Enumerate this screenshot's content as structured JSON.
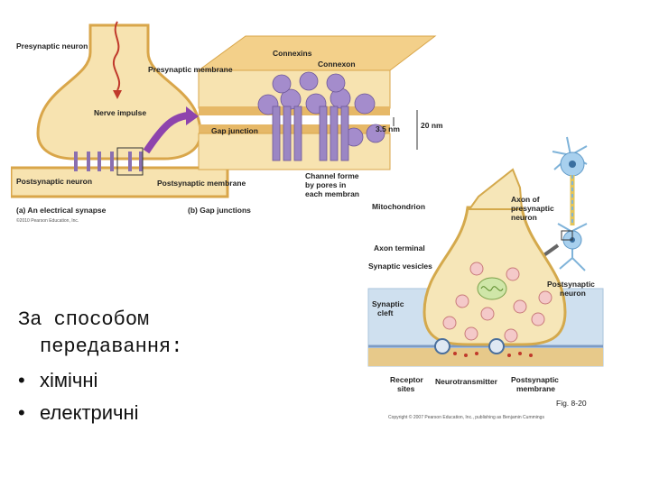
{
  "electrical_figure": {
    "presynaptic_neuron": "Presynaptic neuron",
    "presynaptic_membrane": "Presynaptic membrane",
    "nerve_impulse": "Nerve impulse",
    "postsynaptic_neuron": "Postsynaptic neuron",
    "connexins": "Connexins",
    "connexon": "Connexon",
    "gap_junction": "Gap junction",
    "dist_small": "3.5 nm",
    "dist_large": "20 nm",
    "postsynaptic_membrane": "Postsynaptic membrane",
    "channel_formed": [
      "Channel forme",
      "by pores in",
      "each membran"
    ],
    "caption_a": "(a) An electrical synapse",
    "caption_b": "(b) Gap junctions",
    "copyright": "©2010 Pearson Education, Inc."
  },
  "chemical_figure": {
    "mitochondrion": "Mitochondrion",
    "axon_of_presynaptic": [
      "Axon of",
      "presynaptic",
      "neuron"
    ],
    "axon_terminal": "Axon terminal",
    "synaptic_vesicles": "Synaptic vesicles",
    "postsynaptic_neuron": [
      "Postsynaptic",
      "neuron"
    ],
    "synaptic_cleft": [
      "Synaptic",
      "cleft"
    ],
    "receptor_sites": [
      "Receptor",
      "sites"
    ],
    "neurotransmitter": "Neurotransmitter",
    "postsynaptic_membrane": [
      "Postsynaptic",
      "membrane"
    ],
    "fig_number": "Fig. 8-20",
    "copyright": "Copyright © 2007 Pearson Education, Inc., publishing as Benjamin Cummings"
  },
  "slide_text": {
    "heading_line1": "За способом",
    "heading_line2": "передавання:",
    "bullet": "•",
    "items": [
      "хімічні",
      "електричні"
    ]
  }
}
